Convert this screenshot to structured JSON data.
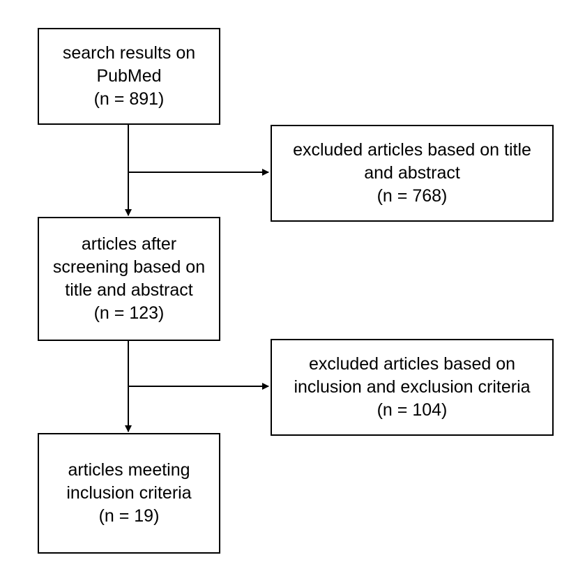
{
  "boxes": {
    "search_results": {
      "lines": [
        "search results on",
        "PubMed",
        "(n = 891)"
      ]
    },
    "excluded_title_abstract": {
      "lines": [
        "excluded articles based on title",
        "and abstract",
        "(n = 768)"
      ]
    },
    "after_screening": {
      "lines": [
        "articles after",
        "screening based on",
        "title and abstract",
        "(n = 123)"
      ]
    },
    "excluded_criteria": {
      "lines": [
        "excluded articles based on",
        "inclusion and exclusion criteria",
        "(n = 104)"
      ]
    },
    "meeting_criteria": {
      "lines": [
        "articles meeting",
        "inclusion criteria",
        "(n = 19)"
      ]
    }
  }
}
